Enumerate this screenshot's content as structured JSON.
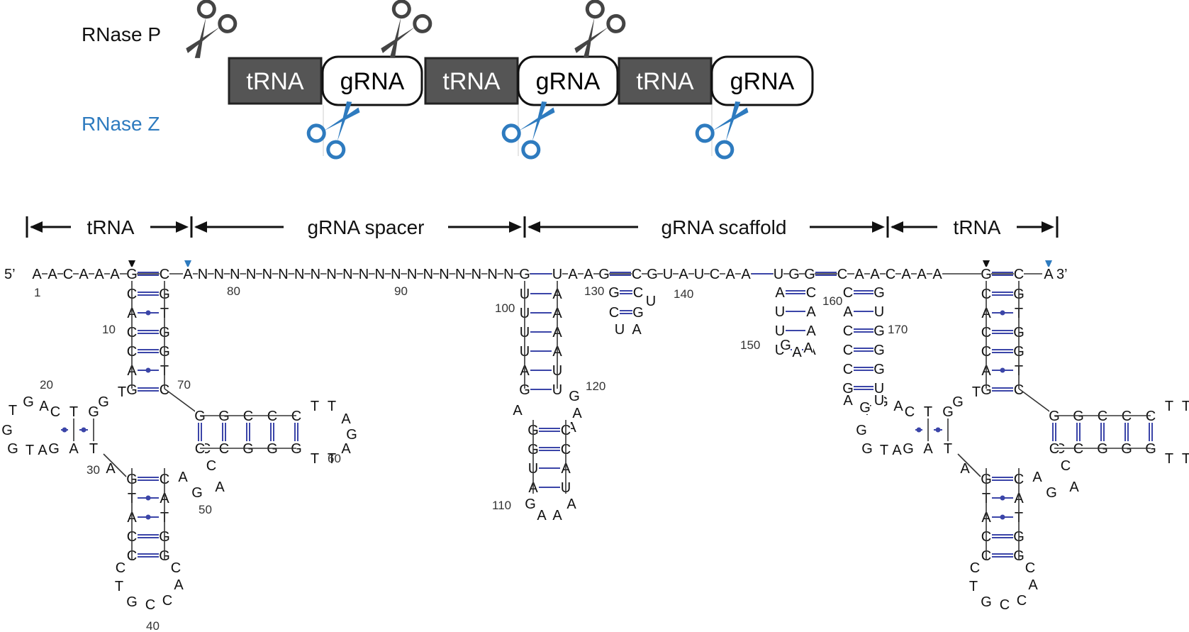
{
  "top": {
    "rnase_p": "RNase P",
    "rnase_z": "RNase Z",
    "blocks": [
      "tRNA",
      "gRNA",
      "tRNA",
      "gRNA",
      "tRNA",
      "gRNA"
    ],
    "colors": {
      "trna_fill": "#555555",
      "rnase_z": "#2e7bbf",
      "scissors_p": "#444444",
      "basepair": "#3b45a8"
    }
  },
  "regions": {
    "trna_left": "tRNA",
    "spacer": "gRNA spacer",
    "scaffold": "gRNA scaffold",
    "trna_right": "tRNA"
  },
  "ends": {
    "five": "5’",
    "three": "3’"
  },
  "sequence": {
    "lead": [
      "A",
      "A",
      "C",
      "A",
      "A",
      "A"
    ],
    "spacer": [
      "N",
      "N",
      "N",
      "N",
      "N",
      "N",
      "N",
      "N",
      "N",
      "N",
      "N",
      "N",
      "N",
      "N",
      "N",
      "N",
      "N",
      "N",
      "N",
      "N"
    ]
  },
  "numbers": {
    "n1": "1",
    "n10": "10",
    "n20": "20",
    "n30": "30",
    "n40": "40",
    "n50": "50",
    "n60": "60",
    "n70": "70",
    "n80": "80",
    "n90": "90",
    "n100": "100",
    "n110": "110",
    "n120": "120",
    "n130": "130",
    "n140": "140",
    "n150": "150",
    "n160": "160",
    "n170": "170"
  }
}
